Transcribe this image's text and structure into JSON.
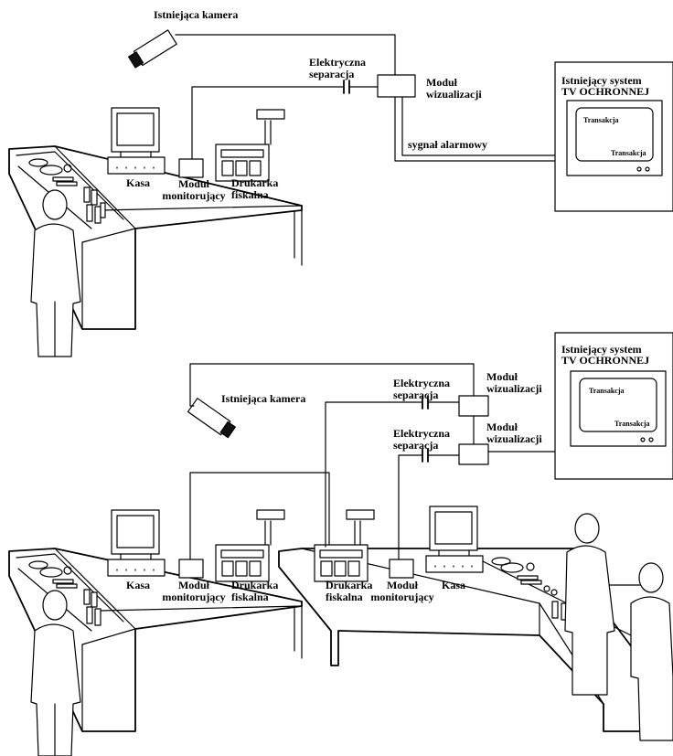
{
  "top": {
    "camera": "Istniejąca kamera",
    "separation": [
      "Elektryczna",
      "separacja"
    ],
    "vis_module": [
      "Moduł",
      "wizualizacji"
    ],
    "tv_system": [
      "Istniejący system",
      "TV OCHRONNEJ"
    ],
    "alarm_signal": "sygnał  alarmowy",
    "kasa": "Kasa",
    "monitor_module": [
      "Moduł",
      "monitorujący"
    ],
    "printer": [
      "Drukarka",
      "fiskalna"
    ],
    "screen_text_1": "Transakcja",
    "screen_text_2": "Transakcja"
  },
  "bottom": {
    "camera": "Istniejąca kamera",
    "separation_1": [
      "Elektryczna",
      "separacja"
    ],
    "separation_2": [
      "Elektryczna",
      "separacja"
    ],
    "vis_module_1": [
      "Moduł",
      "wizualizacji"
    ],
    "vis_module_2": [
      "Moduł",
      "wizualizacji"
    ],
    "tv_system": [
      "Istniejący system",
      "TV OCHRONNEJ"
    ],
    "screen_text_1": "Transakcja",
    "screen_text_2": "Transakcja",
    "left_counter": {
      "kasa": "Kasa",
      "monitor_module": [
        "Moduł",
        "monitorujący"
      ],
      "printer": [
        "Drukarka",
        "fiskalna"
      ]
    },
    "right_counter": {
      "printer": [
        "Drukarka",
        "fiskalna"
      ],
      "monitor_module": [
        "Moduł",
        "monitorujący"
      ],
      "kasa": "Kasa"
    }
  }
}
